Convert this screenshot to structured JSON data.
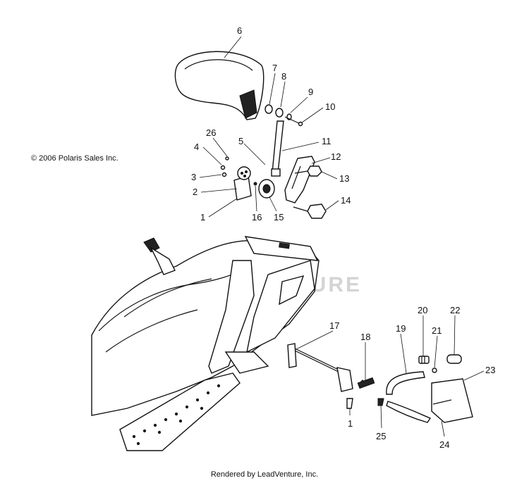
{
  "copyright": "© 2006 Polaris Sales Inc.",
  "footer": "Rendered by LeadVenture, Inc.",
  "watermark": "LEADVENTURE",
  "callouts": {
    "c1a": "1",
    "c1b": "1",
    "c2": "2",
    "c3": "3",
    "c4": "4",
    "c5": "5",
    "c6": "6",
    "c7": "7",
    "c8": "8",
    "c9": "9",
    "c10": "10",
    "c11": "11",
    "c12": "12",
    "c13": "13",
    "c14": "14",
    "c15": "15",
    "c16": "16",
    "c17": "17",
    "c18": "18",
    "c19": "19",
    "c20": "20",
    "c21": "21",
    "c22": "22",
    "c23": "23",
    "c24": "24",
    "c25": "25",
    "c26": "26"
  }
}
